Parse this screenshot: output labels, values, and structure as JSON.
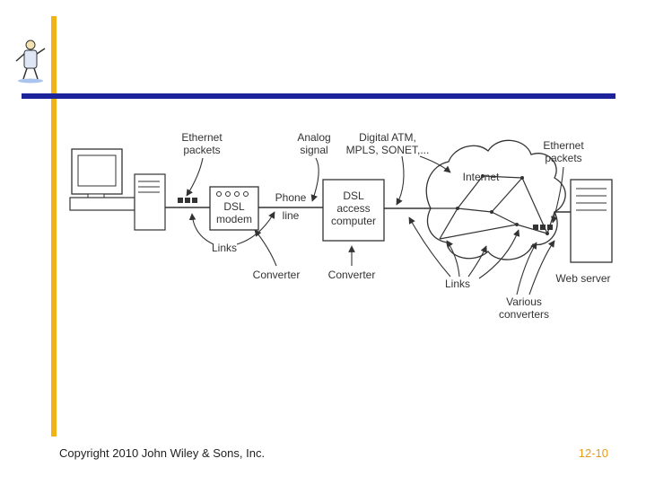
{
  "diagram": {
    "ethernet_left": [
      "Ethernet",
      "packets"
    ],
    "analog": [
      "Analog",
      "signal"
    ],
    "digital": [
      "Digital ATM,",
      "MPLS, SONET,..."
    ],
    "internet": "Internet",
    "ethernet_right": [
      "Ethernet",
      "packets"
    ],
    "dsl_modem": [
      "DSL",
      "modem"
    ],
    "phone": "Phone",
    "line": "line",
    "dsl_access": [
      "DSL",
      "access",
      "computer"
    ],
    "links_left": "Links",
    "converter_1": "Converter",
    "converter_2": "Converter",
    "links_right": "Links",
    "various": [
      "Various",
      "converters"
    ],
    "web_server": "Web server"
  },
  "footer": {
    "copyright": "Copyright 2010 John Wiley & Sons, Inc.",
    "slide_number": "12-10"
  },
  "colors": {
    "accent_bar": "#f2b318",
    "rule": "#1d239b",
    "slide_number": "#e89a1a"
  }
}
